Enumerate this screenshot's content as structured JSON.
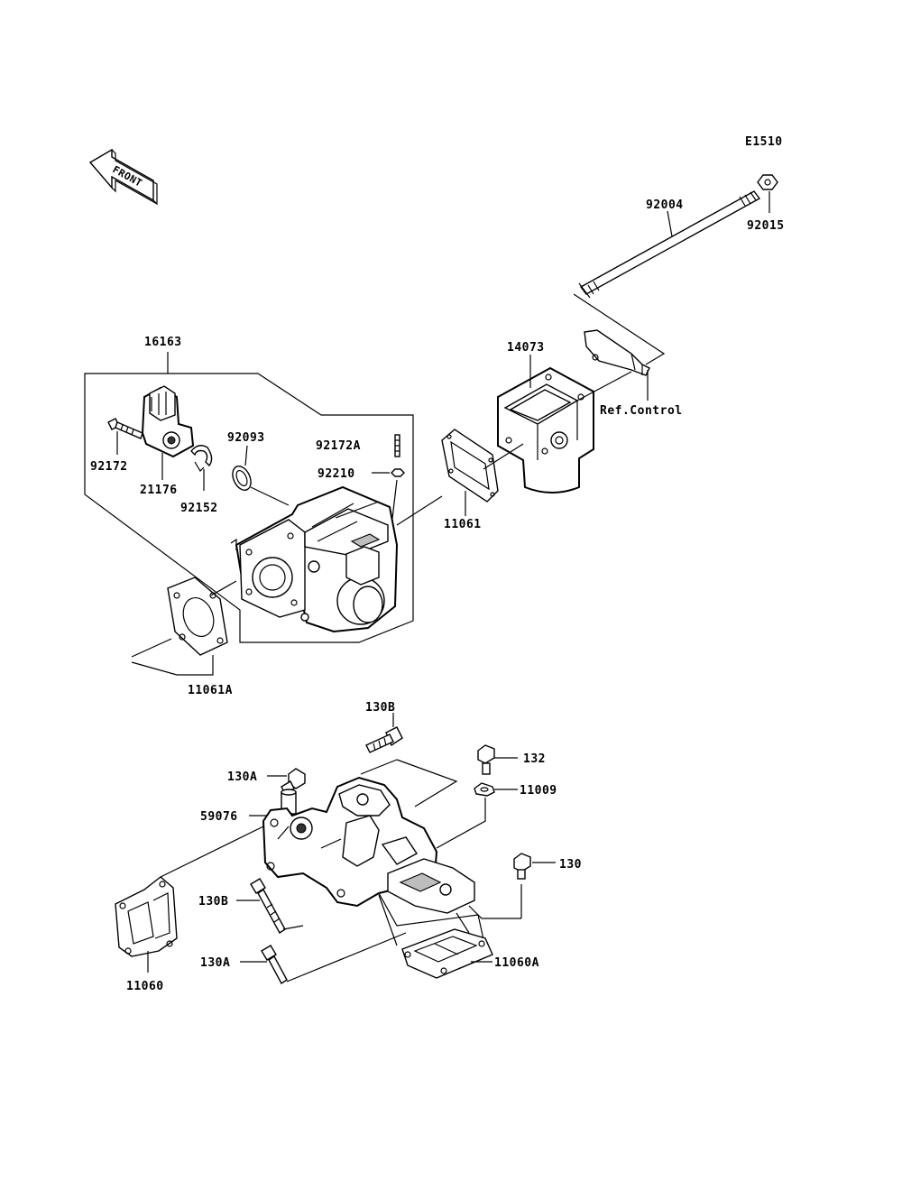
{
  "diagram_code": "E1510",
  "front_arrow_text": "FRONT",
  "labels": {
    "p92004": "92004",
    "p92015": "92015",
    "p16163": "16163",
    "p14073": "14073",
    "ref_control": "Ref.Control",
    "p92093": "92093",
    "p92172a": "92172A",
    "p92210": "92210",
    "p92172": "92172",
    "p21176": "21176",
    "p92152": "92152",
    "p11061": "11061",
    "p11061a": "11061A",
    "p130b_top": "130B",
    "p132": "132",
    "p130a_top": "130A",
    "p11009": "11009",
    "p59076": "59076",
    "p130": "130",
    "p130b_bottom": "130B",
    "p130a_bottom": "130A",
    "p11060": "11060",
    "p11060a": "11060A"
  }
}
